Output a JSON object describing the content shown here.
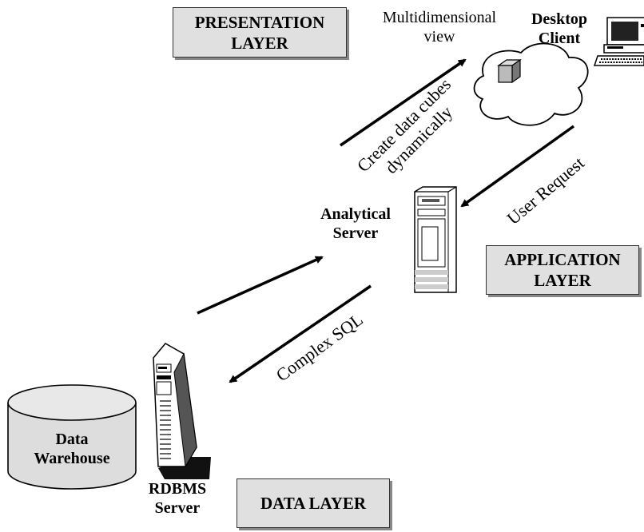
{
  "layers": {
    "presentation": [
      "PRESENTATION",
      "LAYER"
    ],
    "application": [
      "APPLICATION",
      "LAYER"
    ],
    "data": "DATA LAYER"
  },
  "nodes": {
    "desktop_client": [
      "Desktop",
      "Client"
    ],
    "analytical_server": [
      "Analytical",
      "Server"
    ],
    "rdbms_server": [
      "RDBMS",
      "Server"
    ],
    "data_warehouse": [
      "Data",
      "Warehouse"
    ],
    "multidimensional_view": [
      "Multidimensional",
      "view"
    ]
  },
  "flows": {
    "create_cubes": [
      "Create data cubes",
      "dynamically"
    ],
    "user_request": "User Request",
    "complex_sql": "Complex SQL"
  },
  "icons": [
    "desktop-computer-icon",
    "data-cube-icon",
    "cloud-icon",
    "tower-server-icon",
    "rdbms-server-icon",
    "database-cylinder-icon"
  ]
}
